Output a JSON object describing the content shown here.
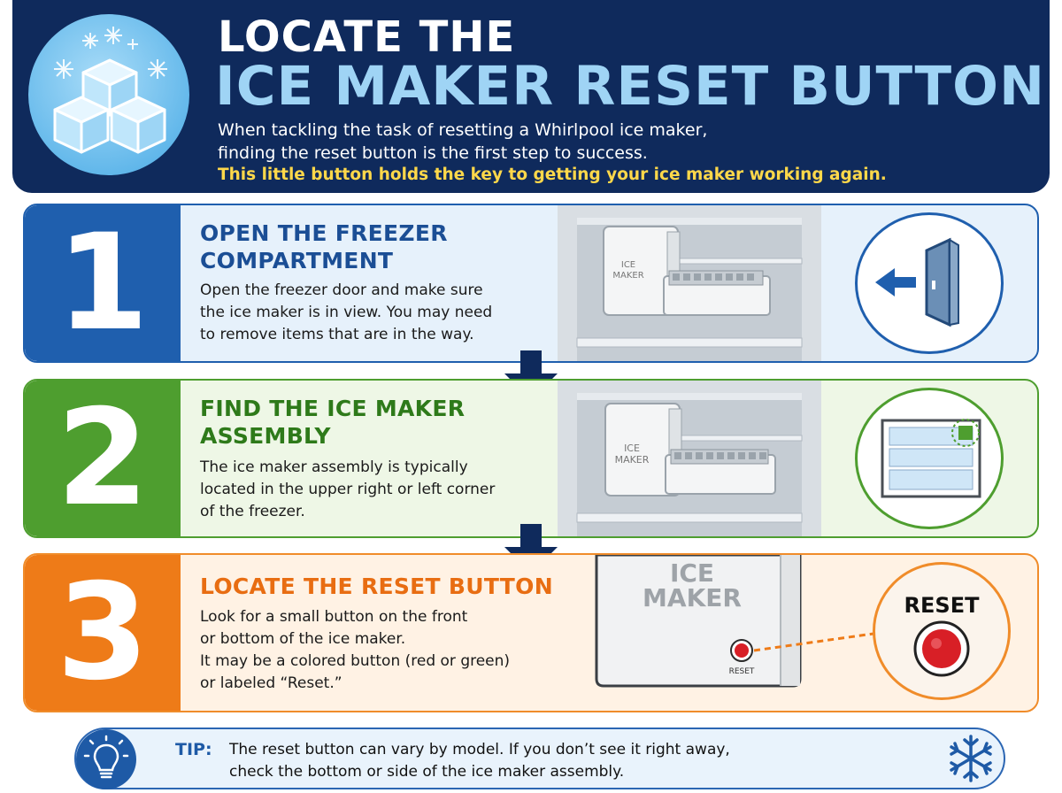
{
  "header": {
    "title_line1": "LOCATE THE",
    "title_line2": "ICE MAKER RESET BUTTON",
    "description_line1": "When tackling the task of resetting a Whirlpool ice maker,",
    "description_line2": "finding the reset button is the first step to success.",
    "highlight": "This little button holds the key to getting your ice maker working again.",
    "icon": "ice-cubes-icon"
  },
  "steps": [
    {
      "number": "1",
      "title_line1": "OPEN THE FREEZER",
      "title_line2": "COMPARTMENT",
      "desc_lines": [
        "Open the freezer door and make sure",
        "the ice maker is in view. You may need",
        "to remove items that are in the way."
      ],
      "photo_label_line1": "ICE",
      "photo_label_line2": "MAKER",
      "circle_icon": "open-door-icon",
      "color": "#1f5fae"
    },
    {
      "number": "2",
      "title_line1": "FIND THE ICE MAKER",
      "title_line2": "ASSEMBLY",
      "desc_lines": [
        "The ice maker assembly is typically",
        "located in the upper right or left corner",
        "of the freezer."
      ],
      "photo_label_line1": "ICE",
      "photo_label_line2": "MAKER",
      "circle_icon": "freezer-corner-icon",
      "color": "#4e9e2f"
    },
    {
      "number": "3",
      "title_line1": "LOCATE THE RESET BUTTON",
      "desc_lines": [
        "Look for a small button on the front",
        "or bottom of the ice maker.",
        "It may be a colored button (red or green)",
        "or labeled “Reset.”"
      ],
      "photo_label_line1": "ICE",
      "photo_label_line2": "MAKER",
      "photo_button_label": "RESET",
      "circle_label": "RESET",
      "circle_icon": "reset-button-icon",
      "color": "#ee7b18"
    }
  ],
  "tip": {
    "label": "TIP:",
    "text_line1": "The reset button can vary by model. If you don’t see it right away,",
    "text_line2": "check the bottom or side of the ice maker assembly.",
    "icon": "lightbulb-icon",
    "decor_icon": "snowflake-icon"
  }
}
